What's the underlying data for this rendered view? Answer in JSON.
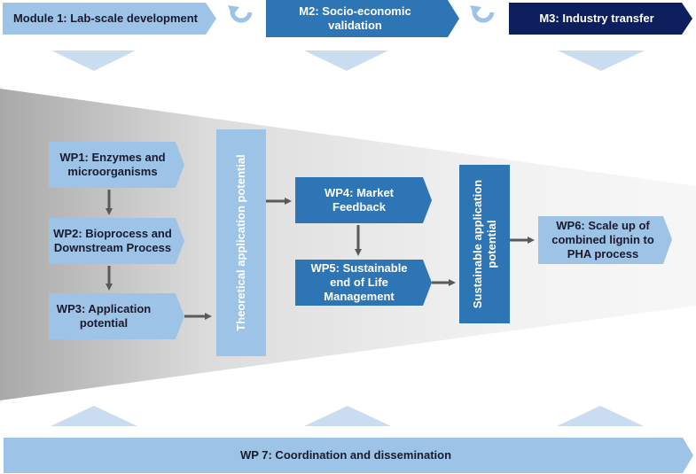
{
  "modules": {
    "m1": "Module 1: Lab-scale development",
    "m2": "M2: Socio-economic validation",
    "m3": "M3: Industry transfer"
  },
  "work_packages": {
    "wp1": "WP1: Enzymes and microorganisms",
    "wp2": "WP2: Bioprocess and Downstream Process",
    "wp3": "WP3: Application potential",
    "wp4": "WP4: Market Feedback",
    "wp5": "WP5: Sustainable end of Life Management",
    "wp6": "WP6: Scale up of combined lignin to PHA process",
    "wp7": "WP 7: Coordination and dissemination"
  },
  "bars": {
    "theoretical": "Theoretical application potential",
    "sustainable": "Sustainable application potential"
  },
  "colors": {
    "light_blue": "#9dc3e6",
    "mid_blue": "#2e75b6",
    "dark_navy": "#0d1f5c",
    "pale_blue": "#c9dcf0",
    "arrow_gray": "#595959"
  }
}
